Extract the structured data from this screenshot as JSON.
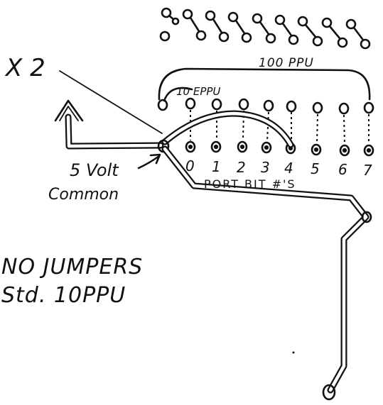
{
  "labels": {
    "x2": "X 2",
    "eppu": "10 EPPU",
    "ppu100": "100 PPU",
    "five_volt": "5 Volt",
    "common": "Common",
    "port_bits": "PORT BIT #'S",
    "no_jumpers": "NO JUMPERS",
    "std_10ppu": "Std. 10PPU"
  },
  "bit_numbers": [
    "0",
    "1",
    "2",
    "3",
    "4",
    "5",
    "6",
    "7"
  ]
}
